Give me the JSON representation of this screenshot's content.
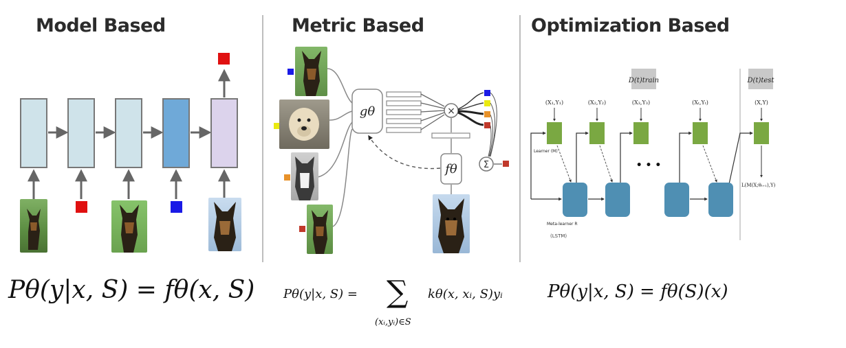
{
  "sections": [
    {
      "title": "Model Based"
    },
    {
      "title": "Metric Based"
    },
    {
      "title": "Optimization Based"
    }
  ],
  "colors": {
    "cell_light": "#cfe3ea",
    "cell_blue": "#6fa9d8",
    "cell_lavender": "#dcd3ec",
    "red_square": "#e01010",
    "blue_square": "#1a1ae6",
    "green_learner": "#7aa842",
    "meta_learner": "#4f8fb3",
    "dataset_box": "#c9c9c9"
  },
  "metric": {
    "g_label": "gθ",
    "f_label": "fθ",
    "times_symbol": "×",
    "sum_symbol": "Σ"
  },
  "optimization": {
    "d_train": "D(t)train",
    "d_test": "D(t)test",
    "pair_labels": [
      "(X₁,Y₁)",
      "(X₂,Y₂)",
      "(X₃,Y₃)",
      "(Xₜ,Yₜ)",
      "(X,Y)"
    ],
    "learner_label": "Learner (M)",
    "meta_learner_label": "Meta-learner R",
    "lstm_label": "(LSTM)",
    "ellipsis": "• • •",
    "loss_label": "L(M(X;θₜ₊₁),Y)"
  },
  "formulas": {
    "model": "Pθ(y|x, S) = fθ(x, S)",
    "metric_left": "Pθ(y|x, S) =",
    "metric_sum": "∑",
    "metric_sub": "(xᵢ,yᵢ)∈S",
    "metric_right": "kθ(x, xᵢ, S)yᵢ",
    "optimization": "Pθ(y|x, S) = fθ(S)(x)"
  }
}
